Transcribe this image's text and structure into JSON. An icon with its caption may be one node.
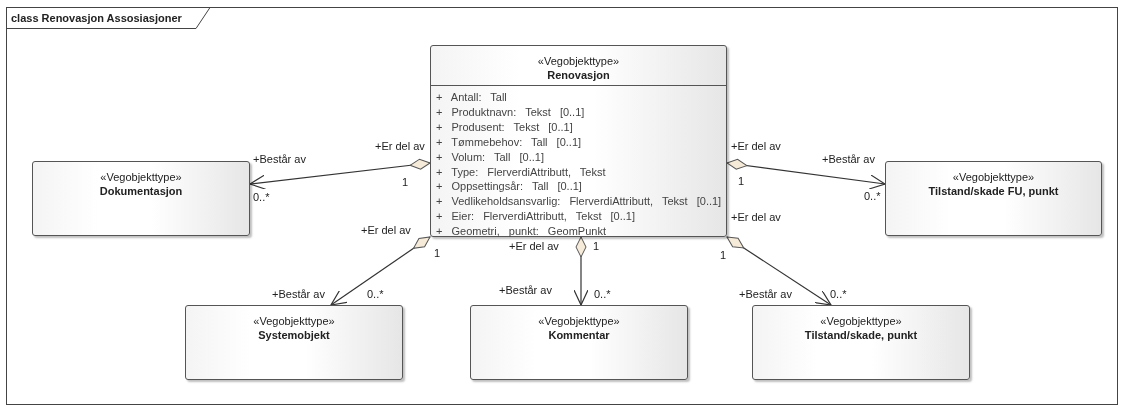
{
  "diagram": {
    "title": "class Renovasjon Assosiasjoner",
    "nodes": [
      {
        "text": [
          "«Vegobjekttype»",
          "Renovasjon",
          "+ Antall: Tall",
          "+ Produktnavn: Tekst [0..1]",
          "+ Produsent: Tekst [0..1]",
          "+ Tømmebehov: Tall [0..1]",
          "+ Volum: Tall [0..1]",
          "+ Type: FlerverdiAttributt, Tekst",
          "+ Oppsettingsår: Tall [0..1]",
          "+ Vedlikeholdsansvarlig: FlerverdiAttributt, Tekst [0..1]",
          "+ Eier: FlerverdiAttributt, Tekst [0..1]",
          "+ Geometri, punkt: GeomPunkt"
        ]
      },
      {
        "text": [
          "«Vegobjekttype»",
          "Dokumentasjon"
        ]
      },
      {
        "text": [
          "«Vegobjekttype»",
          "Tilstand/skade FU, punkt"
        ]
      },
      {
        "text": [
          "«Vegobjekttype»",
          "Systemobjekt"
        ]
      },
      {
        "text": [
          "«Vegobjekttype»",
          "Kommentar"
        ]
      },
      {
        "text": [
          "«Vegobjekttype»",
          "Tilstand/skade, punkt"
        ]
      }
    ],
    "edges": [
      {
        "from": 0,
        "to": 1,
        "arrow": "to"
      },
      {
        "from": 0,
        "to": 2,
        "arrow": "to"
      },
      {
        "from": 0,
        "to": 3,
        "arrow": "to"
      },
      {
        "from": 0,
        "to": 4,
        "arrow": "to"
      },
      {
        "from": 0,
        "to": 5,
        "arrow": "to"
      }
    ],
    "labels": [
      "+Er del av",
      "1",
      "+Består av",
      "0..*",
      "+Er del av",
      "1",
      "+Består av",
      "0..*",
      "+Er del av",
      "1",
      "+Består av",
      "0..*",
      "+Er del av",
      "1",
      "+Består av",
      "0..*",
      "+Er del av",
      "1",
      "+Består av",
      "0..*"
    ]
  }
}
